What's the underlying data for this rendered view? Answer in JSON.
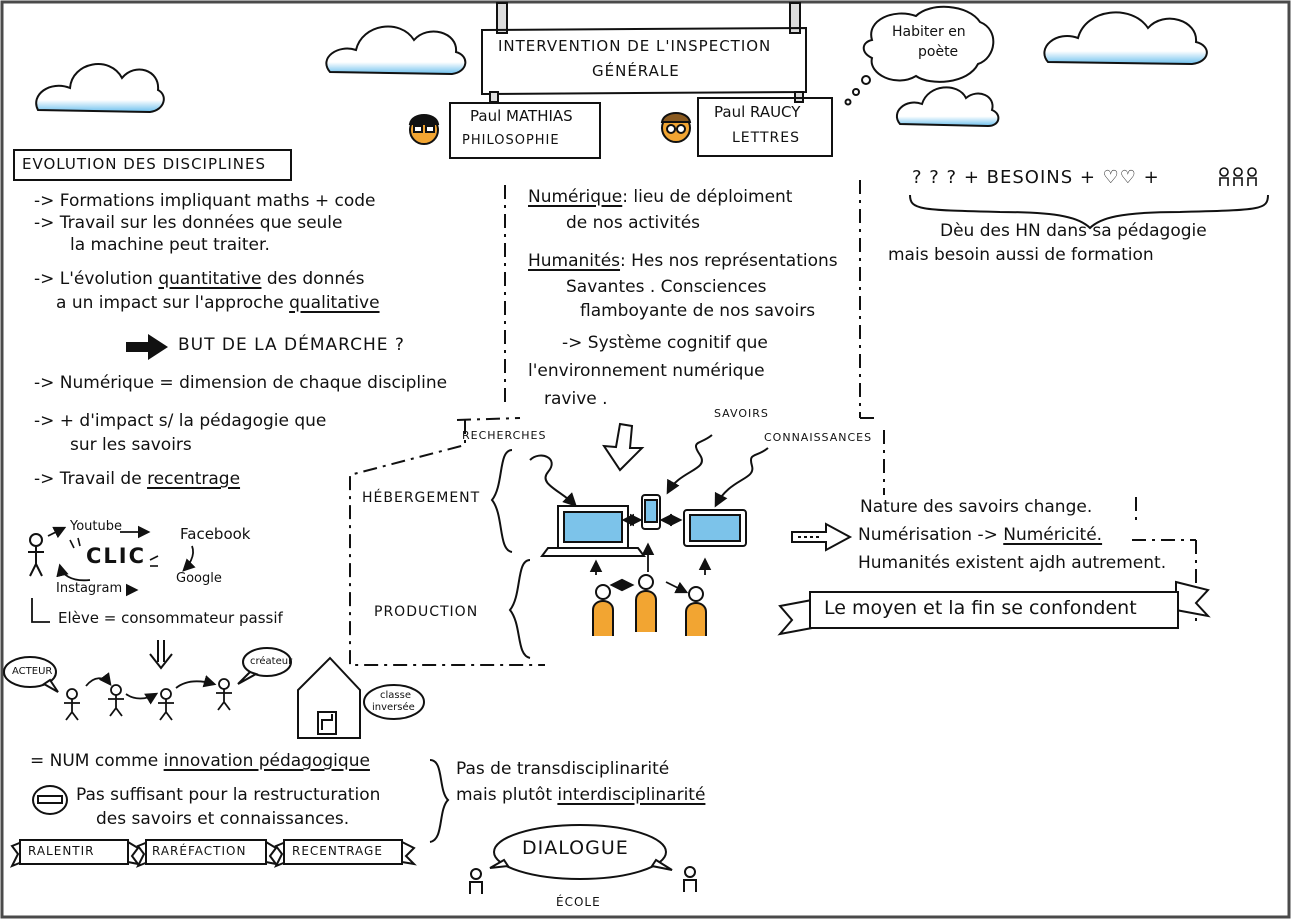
{
  "header": {
    "title_line1": "INTERVENTION DE L'INSPECTION",
    "title_line2": "GÉNÉRALE",
    "speaker1_name": "Paul MATHIAS",
    "speaker1_subject": "PHILOSOPHIE",
    "speaker2_name": "Paul RAUCY",
    "speaker2_subject": "LETTRES",
    "thought_line1": "Habiter en",
    "thought_line2": "poète"
  },
  "left": {
    "heading": "EVOLUTION DES DISCIPLINES",
    "b1": "-> Formations impliquant maths + code",
    "b2a": "-> Travail sur les données que seule",
    "b2b": "la machine peut traiter.",
    "b3a_pre": "-> L'évolution",
    "b3a_u": "quantitative",
    "b3a_post": "des donnés",
    "b3b_pre": "a un impact sur l'approche",
    "b3b_u": "qualitative",
    "but": "BUT DE LA DÉMARCHE ?",
    "b4": "-> Numérique = dimension de chaque discipline",
    "b5a": "-> + d'impact s/ la pédagogie que",
    "b5b": "sur les savoirs",
    "b6_pre": "-> Travail de",
    "b6_u": "recentrage"
  },
  "social": {
    "youtube": "Youtube",
    "facebook": "Facebook",
    "clic": "CLIC",
    "instagram": "Instagram",
    "google": "Google",
    "eleve": "Elève = consommateur passif",
    "acteur": "ACTEUR",
    "createur": "créateur",
    "classe_l1": "classe",
    "classe_l2": "inversée"
  },
  "bottom_left": {
    "num_pre": "= NUM comme",
    "num_u": "innovation pédagogique",
    "pas_l1": "Pas suffisant pour la restructuration",
    "pas_l2": "des savoirs et connaissances.",
    "banner1": "RALENTIR",
    "banner2": "RARÉFACTION",
    "banner3": "RECENTRAGE"
  },
  "center": {
    "num_u": "Numérique",
    "num_rest": ": lieu de déploiment",
    "num_l2": "de nos activités",
    "hum_u": "Humanités",
    "hum_rest": ": Hes nos représentations",
    "hum_l2": "Savantes . Consciences",
    "hum_l3": "flamboyante de nos savoirs",
    "hum_l4": "-> Système cognitif que",
    "hum_l5": "l'environnement numérique",
    "hum_l6": "ravive ."
  },
  "diagram": {
    "recherches": "RECHERCHES",
    "savoirs": "SAVOIRS",
    "connaissances": "CONNAISSANCES",
    "hebergement": "HÉBERGEMENT",
    "production": "PRODUCTION"
  },
  "right": {
    "equation": "? ? ? + BESOINS + ♡♡ +",
    "deu_l1": "Dèu des HN dans sa pédagogie",
    "deu_l2": "mais besoin aussi de formation",
    "nature": "Nature des savoirs change.",
    "numerisation_pre": "Numérisation ->",
    "numerisation_u": "Numéricité.",
    "humanites": "Humanités existent ajdh autrement.",
    "banner": "Le moyen et la fin se confondent"
  },
  "bottom_center": {
    "trans_l1": "Pas de transdisciplinarité",
    "trans_pre": "mais plutôt",
    "trans_u": "interdisciplinarité",
    "dialogue": "DIALOGUE",
    "ecole": "ÉCOLE"
  },
  "colors": {
    "ink": "#111111",
    "cloud_blue": "#5fb6e6",
    "skin_orange": "#f2a532",
    "screen_blue": "#7cc3ea",
    "frame_border": "#4a4a4a"
  }
}
